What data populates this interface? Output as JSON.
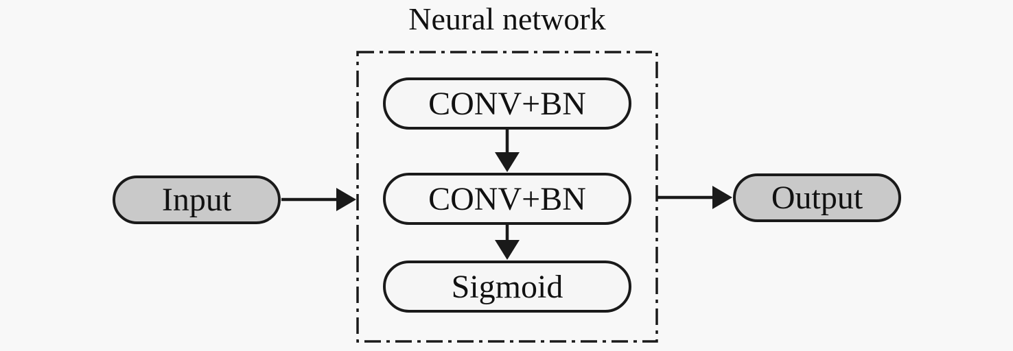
{
  "diagram": {
    "title": "Neural network",
    "input_label": "Input",
    "output_label": "Output",
    "layers": [
      "CONV+BN",
      "CONV+BN",
      "Sigmoid"
    ],
    "flow": [
      "Input",
      "CONV+BN",
      "CONV+BN",
      "Sigmoid",
      "Output"
    ],
    "colors": {
      "background": "#f8f8f8",
      "stroke": "#1a1a1a",
      "terminal_fill": "#c9c9c9",
      "layer_fill": "#f6f6f6"
    },
    "boundary_style": "dash-dot"
  }
}
